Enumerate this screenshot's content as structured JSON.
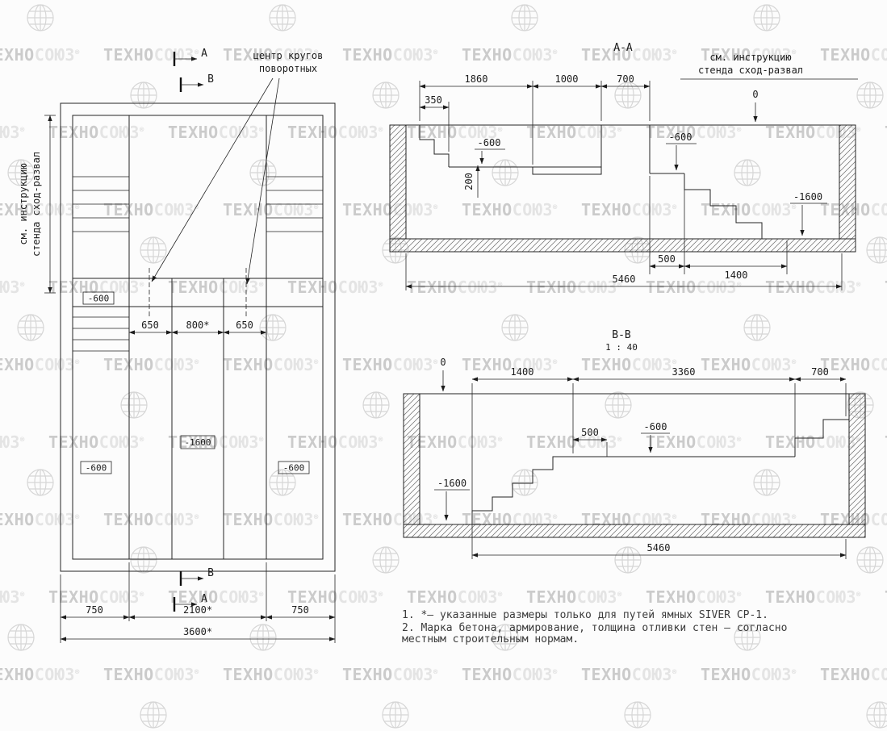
{
  "watermark": {
    "part_bold": "ТЕХНО",
    "part_light": "СОЮЗ",
    "registered": "®"
  },
  "plan": {
    "label_turn_circles_line1": "центр кругов",
    "label_turn_circles_line2": "поворотных",
    "label_instruction_line1": "см. инструкцию",
    "label_instruction_line2": "стенда сход-развал",
    "section_a": "А",
    "section_b": "В",
    "elev_600": "-600",
    "elev_1600": "-1600",
    "dim_650": "650",
    "dim_800": "800*",
    "dim_750": "750",
    "dim_2100": "2100*",
    "dim_3600": "3600*"
  },
  "section_aa": {
    "title": "А-А",
    "label_instruction_line1": "см. инструкцию",
    "label_instruction_line2": "стенда сход-развал",
    "elev_zero": "0",
    "elev_600": "-600",
    "elev_1600": "-1600",
    "dim_1860": "1860",
    "dim_1000": "1000",
    "dim_700": "700",
    "dim_350": "350",
    "dim_200": "200",
    "dim_500": "500",
    "dim_1400": "1400",
    "dim_5460": "5460"
  },
  "section_bb": {
    "title": "В-В",
    "scale": "1 : 40",
    "elev_zero": "0",
    "elev_600": "-600",
    "elev_1600": "-1600",
    "dim_1400": "1400",
    "dim_3360": "3360",
    "dim_700": "700",
    "dim_500": "500",
    "dim_5460": "5460"
  },
  "notes": {
    "line1": "1. *– указанные размеры только для путей ямных SIVER СР-1.",
    "line2": "2. Марка бетона, армирование, толщина отливки стен – согласно",
    "line3": "местным строительным нормам."
  }
}
